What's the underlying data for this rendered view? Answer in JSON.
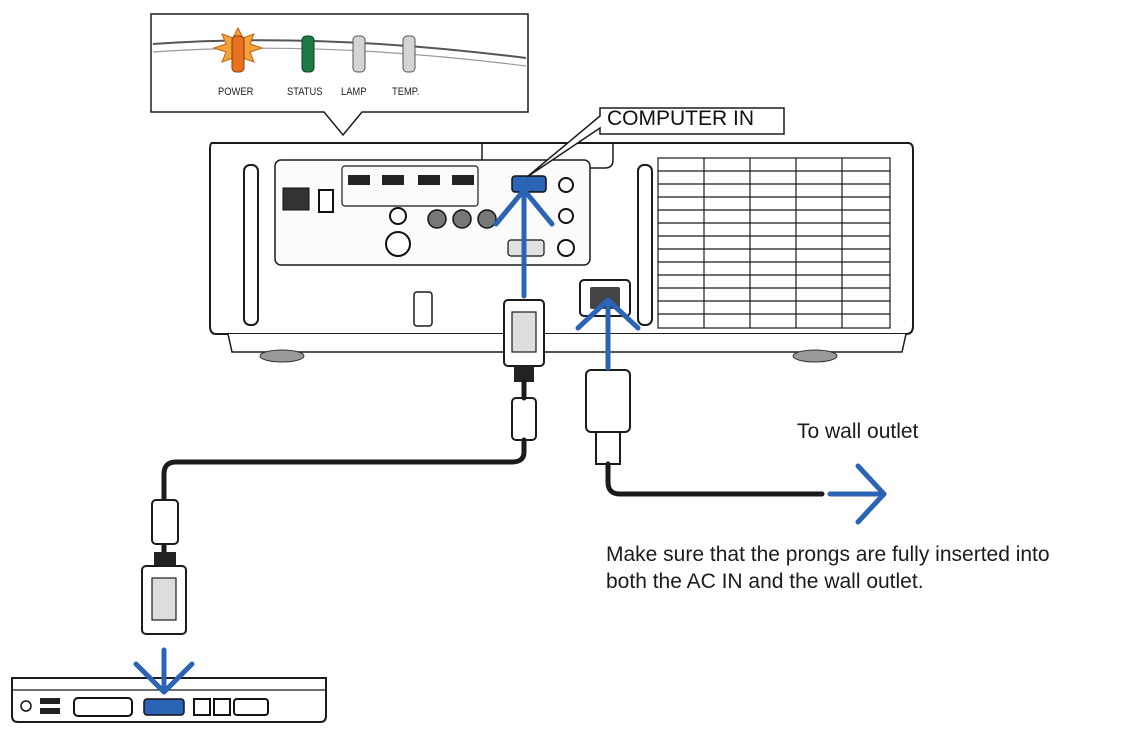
{
  "indicators": {
    "power": "POWER",
    "status": "STATUS",
    "lamp": "LAMP",
    "temp": "TEMP."
  },
  "callout_label": "COMPUTER IN",
  "wall_label": "To wall outlet",
  "note": {
    "line1": "Make sure that the prongs are fully inserted into",
    "line2": "both the AC IN and the wall outlet."
  },
  "colors": {
    "arrow": "#2b63b5",
    "power_led": "#e9701c",
    "status_led": "#1d7a44",
    "lamp_led": "#c8c8c8",
    "temp_led": "#c8c8c8",
    "outline": "#1b1b1b"
  }
}
